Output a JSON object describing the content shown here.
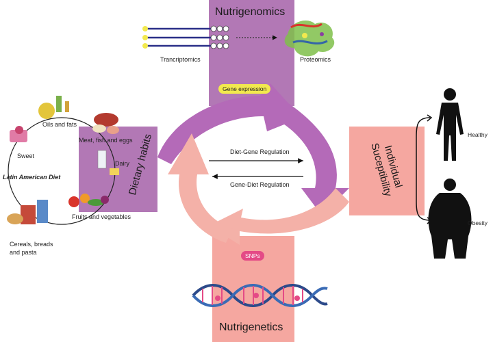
{
  "title_top": "Nutrigenomics",
  "title_bottom": "Nutrigenetics",
  "left_block": "Dietary habits",
  "right_block_line1": "Individual",
  "right_block_line2": "Suceptibility",
  "transcriptomics": "Trancriptomics",
  "proteomics": "Proteomics",
  "gene_expression": "Gene expression",
  "snps": "SNPs",
  "diet_gene": "Diet-Gene Regulation",
  "gene_diet": "Gene-Diet Regulation",
  "healthy": "Healthy",
  "obesity": "Obesity",
  "diet": {
    "title": "Latin American Diet",
    "oils": "Oils and fats",
    "meat": "Meat, fish and eggs",
    "sweet": "Sweet",
    "dairy": "Dairy",
    "fruits": "Fruits and vegetables",
    "cereals_1": "Cereals, breads",
    "cereals_2": "and pasta"
  },
  "colors": {
    "purple": "#b278b5",
    "pink": "#f5a7a0",
    "arrow_purple": "#b46ab8",
    "arrow_pink": "#f4b1a8",
    "yellow_pill": "#f2e94e",
    "pink_pill": "#e44a86"
  }
}
